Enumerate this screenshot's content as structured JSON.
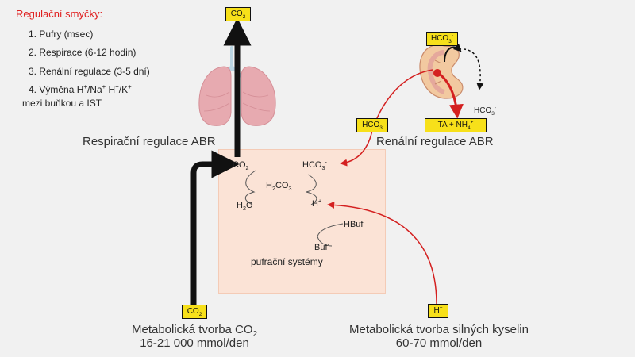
{
  "legend": {
    "title": "Regulační smyčky:",
    "items": [
      "1. Pufry (msec)",
      "2. Respirace (6-12 hodin)",
      "3. Renální regulace (3-5 dní)"
    ],
    "item4_prefix": "4. Výměna H",
    "item4_sup1": "+",
    "item4_mid1": "/Na",
    "item4_sup2": "+",
    "item4_mid2": " H",
    "item4_sup3": "+",
    "item4_mid3": "/K",
    "item4_sup4": "+",
    "item4_line2": "mezi buňkou a IST"
  },
  "respiratory": {
    "caption": "Respirační regulace ABR",
    "top_box_main": "CO",
    "top_box_sub": "2"
  },
  "renal": {
    "caption": "Renální regulace ABR",
    "kidney_box_main": "HCO",
    "kidney_box_sub": "3",
    "kidney_box_sup": "-",
    "side_box_main": "HCO",
    "side_box_sub": "3",
    "excreted_box_main": "TA + NH",
    "excreted_box_sub": "4",
    "excreted_box_sup": "+",
    "secreted_main": "HCO",
    "secreted_sub": "3",
    "secreted_sup": "-"
  },
  "buffer_zone": {
    "co2_main": "CO",
    "co2_sub": "2",
    "hco3_main": "HCO",
    "hco3_sub": "3",
    "hco3_sup": "-",
    "h2co3_a": "H",
    "h2co3_sub1": "2",
    "h2co3_b": "CO",
    "h2co3_sub2": "3",
    "h2o_a": "H",
    "h2o_sub": "2",
    "h2o_b": "O",
    "hplus_main": "H",
    "hplus_sup": "+",
    "hbuf": "HBuf",
    "buf_main": "Buf",
    "buf_sup": "-",
    "label": "pufrační systémy"
  },
  "metabolic_co2": {
    "box_main": "CO",
    "box_sub": "2",
    "caption_line1_main": "Metabolická tvorba CO",
    "caption_line1_sub": "2",
    "caption_line2": "16-21 000 mmol/den"
  },
  "metabolic_acids": {
    "box_main": "H",
    "box_sup": "+",
    "caption_line1": "Metabolická tvorba silných kyselin",
    "caption_line2": "60-70 mmol/den"
  },
  "colors": {
    "accent_red": "#d42020",
    "box_yellow": "#f7e01a",
    "zone_fill": "#fbe3d6",
    "lung_pink": "#e7aab0"
  }
}
